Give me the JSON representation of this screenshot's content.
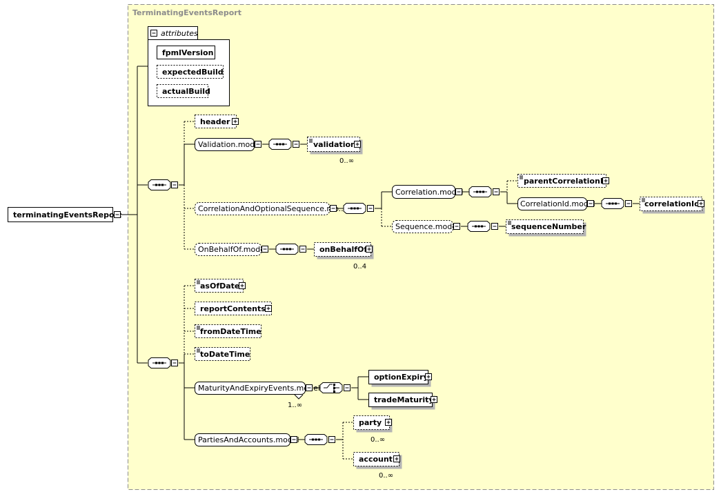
{
  "title": "TerminatingEventsReport",
  "root": "terminatingEventsReport",
  "attributes": {
    "heading": "attributes",
    "items": [
      "fpmlVersion",
      "expectedBuild",
      "actualBuild"
    ]
  },
  "nodes": {
    "header": "header",
    "validation_model": "Validation.model",
    "validation": "validation",
    "correlation_optional_sequence_model": "CorrelationAndOptionalSequence.mo...",
    "correlation_model": "Correlation.model",
    "parent_correlation_id": "parentCorrelationId",
    "correlation_id_model": "CorrelationId.model",
    "correlation_id": "correlationId",
    "sequence_model": "Sequence.model",
    "sequence_number": "sequenceNumber",
    "on_behalf_of_model": "OnBehalfOf.model",
    "on_behalf_of": "onBehalfOf",
    "as_of_date": "asOfDate",
    "report_contents": "reportContents",
    "from_date_time": "fromDateTime",
    "to_date_time": "toDateTime",
    "maturity_expiry_events_model": "MaturityAndExpiryEvents.model",
    "option_expiry": "optionExpiry",
    "trade_maturity": "tradeMaturity",
    "parties_accounts_model": "PartiesAndAccounts.model",
    "party": "party",
    "account": "account"
  },
  "occurrences": {
    "validation": "0..∞",
    "on_behalf_of": "0..4",
    "maturity_expiry_events_model": "1..∞",
    "party": "0..∞",
    "account": "0..∞"
  },
  "colors": {
    "background": "#ffffcc",
    "border": "#8c8c8c",
    "box_fill": "#ffffff",
    "line": "#000000",
    "shadow": "#b4b4b4"
  }
}
